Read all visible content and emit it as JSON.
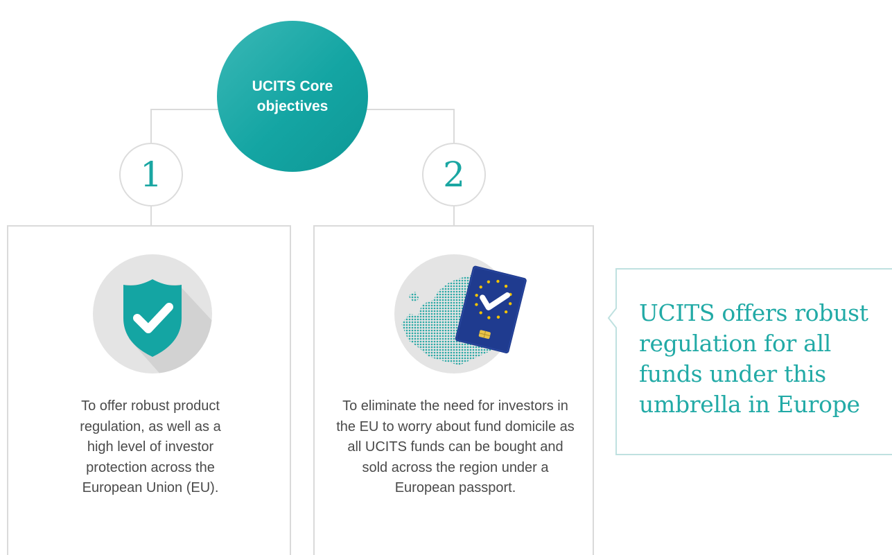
{
  "core": {
    "title": "UCITS Core objectives"
  },
  "objectives": [
    {
      "number": "1",
      "icon": "shield-check-icon",
      "description": "To offer robust product regulation, as well as a high level of investor protection across the European Union (EU)."
    },
    {
      "number": "2",
      "icon": "europe-passport-icon",
      "description": "To eliminate the need for investors in the EU to worry about fund domicile as all UCITS funds can be bought and sold across the region under a European passport."
    }
  ],
  "callout": {
    "text": "UCITS offers robust regulation for all funds under this umbrella in Europe"
  },
  "colors": {
    "teal": "#16a5a3",
    "gray_line": "#dadada",
    "icon_bg": "#e4e4e4",
    "passport_blue": "#1f3b8f",
    "star_yellow": "#f2c200"
  }
}
